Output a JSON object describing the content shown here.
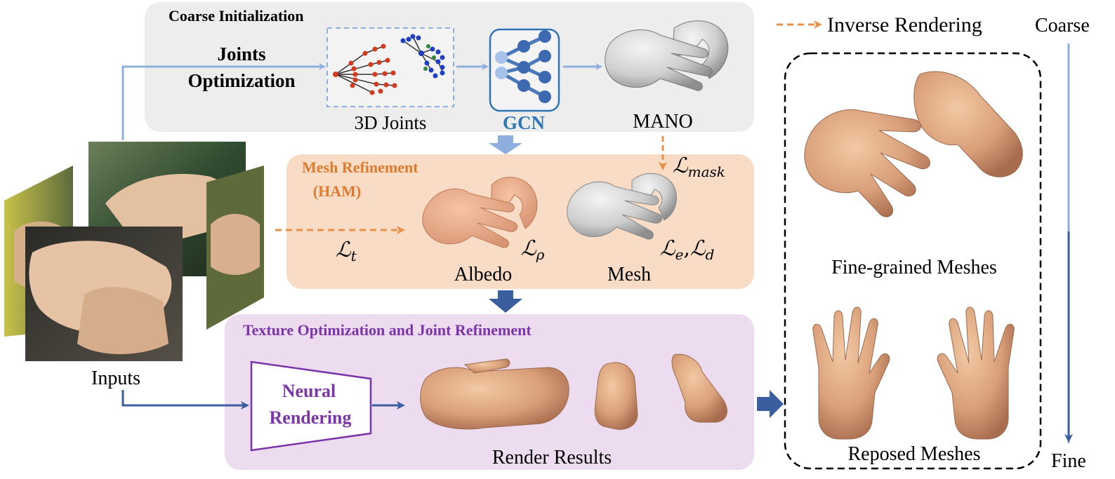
{
  "legend": {
    "inverse_rendering": "Inverse Rendering"
  },
  "axis": {
    "top": "Coarse",
    "bottom": "Fine"
  },
  "inputs": {
    "label": "Inputs"
  },
  "coarse": {
    "title": "Coarse Initialization",
    "joints_opt_1": "Joints",
    "joints_opt_2": "Optimization",
    "joints3d": "3D Joints",
    "gcn": "GCN",
    "mano": "MANO"
  },
  "mesh_ref": {
    "title_1": "Mesh Refinement",
    "title_2": "(HAM)",
    "lt": "ℒ",
    "lt_sub": "t",
    "lrho": "ℒ",
    "lrho_sub": "ρ",
    "lmask": "ℒ",
    "lmask_sub": "mask",
    "le": "ℒ",
    "le_sub": "e",
    "ld": "ℒ",
    "ld_sub": "d",
    "comma": ",",
    "albedo": "Albedo",
    "mesh": "Mesh"
  },
  "texture": {
    "title": "Texture Optimization and Joint Refinement",
    "neural_1": "Neural",
    "neural_2": "Rendering",
    "render_results": "Render Results"
  },
  "right": {
    "fine_grained": "Fine-grained Meshes",
    "reposed": "Reposed Meshes"
  },
  "colors": {
    "light_arrow": "#8fb0de",
    "dark_arrow": "#3a5e9e",
    "orange": "#e8914a",
    "purple": "#7a35a8",
    "gcn_blue": "#2e75b6",
    "coarse_bg": "#ededed",
    "mesh_bg": "#f8dcc6",
    "tex_bg": "#eddcef"
  }
}
